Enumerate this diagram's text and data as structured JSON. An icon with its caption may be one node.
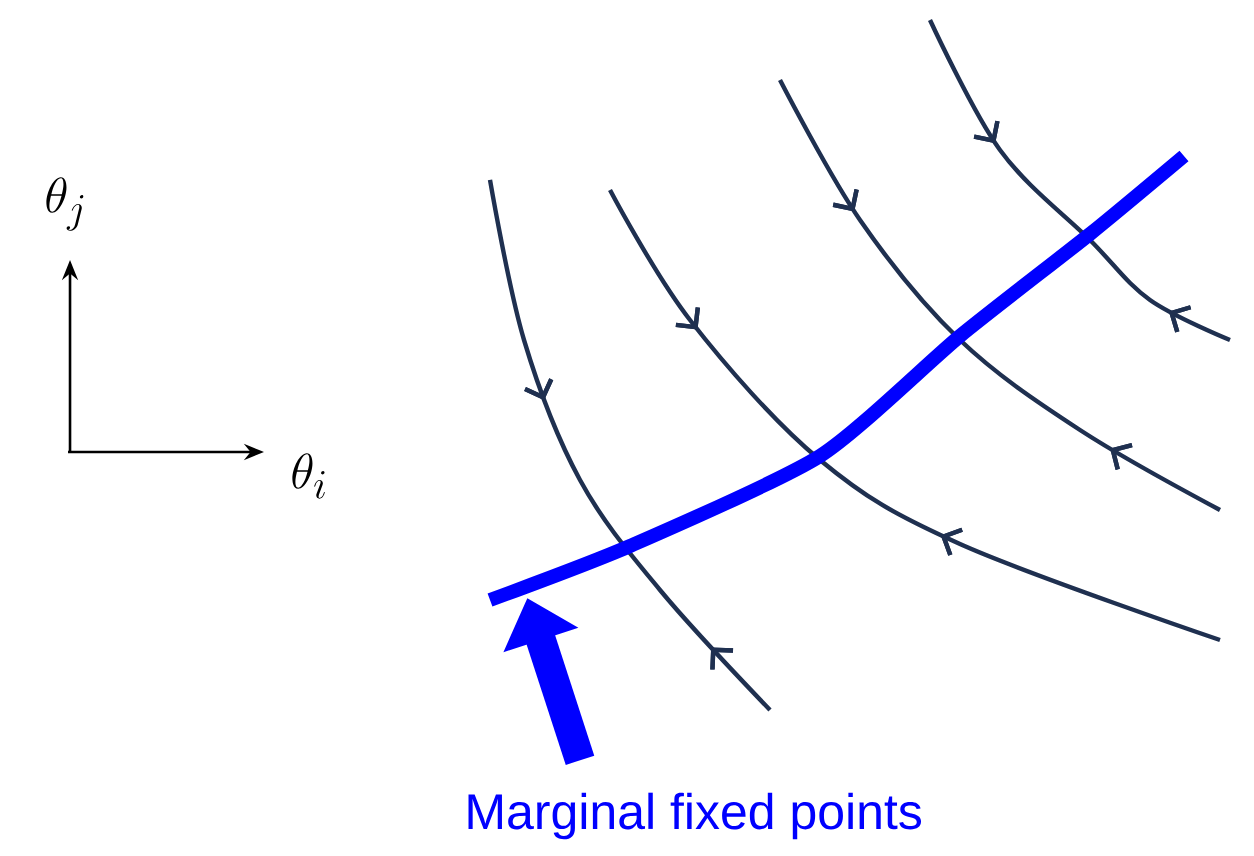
{
  "diagram": {
    "nodes": [
      {
        "text": [
          "Marginal fixed points"
        ]
      },
      {
        "text": [],
        "shape": "line"
      }
    ],
    "edges": [
      {
        "from": 0,
        "to": 1,
        "arrow": "to",
        "color": "#0000ff"
      }
    ],
    "labels": [
      "\\theta_j",
      "\\theta_i"
    ]
  }
}
